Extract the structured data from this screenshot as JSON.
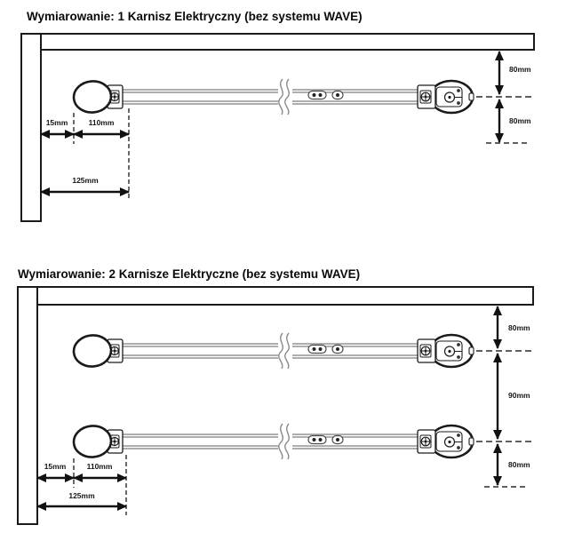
{
  "page": {
    "background": "#ffffff"
  },
  "colors": {
    "outline": "#1a1a1a",
    "rail_gray": "#7d7d7d",
    "dimension_black": "#111111"
  },
  "diagrams": [
    {
      "title": "Wymiarowanie: 1 Karnisz Elektryczny (bez systemu WAVE)",
      "rail_count": 1,
      "dims": {
        "wall_to_motor": "15mm",
        "motor_length": "110mm",
        "wall_to_rail_end": "125mm",
        "ceiling_to_rail": "80mm",
        "rail_drop": "80mm"
      }
    },
    {
      "title": "Wymiarowanie: 2 Karnisze Elektryczne (bez systemu WAVE)",
      "rail_count": 2,
      "dims": {
        "wall_to_motor": "15mm",
        "motor_length": "110mm",
        "wall_to_rail_end": "125mm",
        "ceiling_to_rail": "80mm",
        "rail_spacing": "90mm",
        "rail_drop": "80mm"
      }
    }
  ]
}
